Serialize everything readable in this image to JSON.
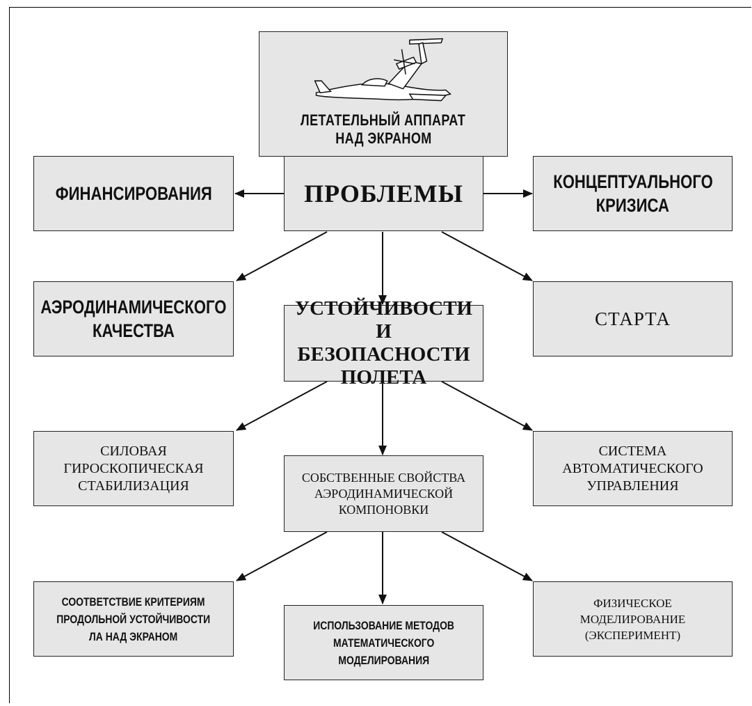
{
  "diagram": {
    "aircraft": {
      "lines": [
        "ЛЕТАТЕЛЬНЫЙ АППАРАТ",
        "НАД ЭКРАНОМ"
      ]
    },
    "problems": {
      "label": "ПРОБЛЕМЫ"
    },
    "financing": {
      "label": "ФИНАНСИРОВАНИЯ"
    },
    "conceptual": {
      "lines": [
        "КОНЦЕПТУАЛЬНОГО",
        "КРИЗИСА"
      ]
    },
    "aero_quality": {
      "lines": [
        "АЭРОДИНАМИЧЕСКОГО",
        "КАЧЕСТВА"
      ]
    },
    "stability": {
      "lines": [
        "УСТОЙЧИВОСТИ",
        "И БЕЗОПАСНОСТИ",
        "ПОЛЕТА"
      ]
    },
    "start": {
      "label": "СТАРТА"
    },
    "gyro": {
      "lines": [
        "СИЛОВАЯ",
        "ГИРОСКОПИЧЕСКАЯ",
        "СТАБИЛИЗАЦИЯ"
      ]
    },
    "own_props": {
      "lines": [
        "СОБСТВЕННЫЕ  СВОЙСТВА",
        "АЭРОДИНАМИЧЕСКОЙ",
        "КОМПОНОВКИ"
      ]
    },
    "auto_control": {
      "lines": [
        "СИСТЕМА",
        "АВТОМАТИЧЕСКОГО",
        "УПРАВЛЕНИЯ"
      ]
    },
    "criteria": {
      "lines": [
        "СООТВЕТСТВИЕ КРИТЕРИЯМ",
        "ПРОДОЛЬНОЙ УСТОЙЧИВОСТИ",
        "ЛА НАД ЭКРАНОМ"
      ]
    },
    "math": {
      "lines": [
        "ИСПОЛЬЗОВАНИЕ  МЕТОДОВ",
        "МАТЕМАТИЧЕСКОГО",
        "МОДЕЛИРОВАНИЯ"
      ]
    },
    "physical": {
      "lines": [
        "ФИЗИЧЕСКОЕ",
        "МОДЕЛИРОВАНИЕ",
        "(ЭКСПЕРИМЕНТ)"
      ]
    }
  },
  "colors": {
    "box_fill": "#e6e6e6",
    "line": "#111111"
  }
}
